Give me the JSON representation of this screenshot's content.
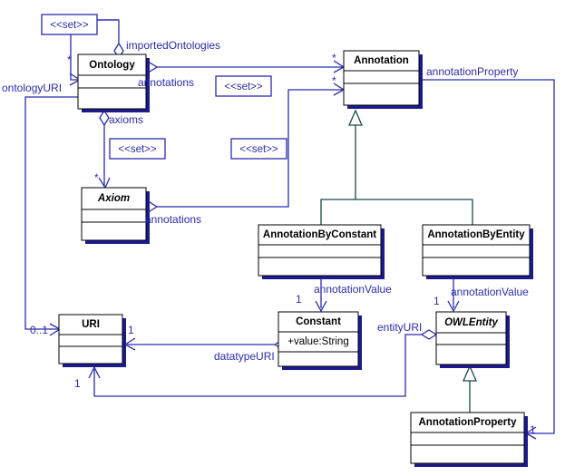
{
  "diagram": {
    "title": "OWL Annotation UML Class Diagram",
    "colors": {
      "line": "#2b2bb0",
      "generalization": "#1a4a46",
      "shadow": "#1b1b8f",
      "box_fill": "#ffffff",
      "box_border": "#000000",
      "label_text": "#2b2bb0",
      "class_text": "#000000"
    }
  },
  "classes": [
    {
      "id": "ontology",
      "name": "Ontology",
      "abstract": false,
      "attributes": []
    },
    {
      "id": "annotation",
      "name": "Annotation",
      "abstract": false,
      "attributes": []
    },
    {
      "id": "axiom",
      "name": "Axiom",
      "abstract": true,
      "attributes": []
    },
    {
      "id": "annotation_by_constant",
      "name": "AnnotationByConstant",
      "abstract": false,
      "attributes": []
    },
    {
      "id": "annotation_by_entity",
      "name": "AnnotationByEntity",
      "abstract": false,
      "attributes": []
    },
    {
      "id": "constant",
      "name": "Constant",
      "abstract": false,
      "attributes": [
        "+value:String"
      ]
    },
    {
      "id": "owl_entity",
      "name": "OWLEntity",
      "abstract": true,
      "attributes": []
    },
    {
      "id": "uri",
      "name": "URI",
      "abstract": false,
      "attributes": []
    },
    {
      "id": "annotation_property",
      "name": "AnnotationProperty",
      "abstract": false,
      "attributes": []
    }
  ],
  "stereotypes": [
    {
      "id": "set1",
      "label": "<<set>>"
    },
    {
      "id": "set2",
      "label": "<<set>>"
    },
    {
      "id": "set3",
      "label": "<<set>>"
    },
    {
      "id": "set4",
      "label": "<<set>>"
    }
  ],
  "associations": [
    {
      "id": "imported_ontologies",
      "role": "importedOntologies",
      "source": "ontology",
      "target": "ontology",
      "source_multiplicity": "*",
      "target_multiplicity": "",
      "aggregation": true,
      "stereotype": "<<set>>"
    },
    {
      "id": "ontology_annotations",
      "role": "annotations",
      "source": "ontology",
      "target": "annotation",
      "source_multiplicity": "",
      "target_multiplicity": "*",
      "aggregation": true,
      "stereotype": "<<set>>"
    },
    {
      "id": "ontology_axioms",
      "role": "axioms",
      "source": "ontology",
      "target": "axiom",
      "source_multiplicity": "",
      "target_multiplicity": "*",
      "aggregation": true,
      "stereotype": "<<set>>"
    },
    {
      "id": "axiom_annotations",
      "role": "annotations",
      "source": "axiom",
      "target": "annotation",
      "source_multiplicity": "",
      "target_multiplicity": "*",
      "aggregation": true,
      "stereotype": "<<set>>"
    },
    {
      "id": "ontology_uri",
      "role": "ontologyURI",
      "source": "ontology",
      "target": "uri",
      "source_multiplicity": "",
      "target_multiplicity": "0..1",
      "aggregation": true,
      "stereotype": ""
    },
    {
      "id": "annotation_property_link",
      "role": "annotationProperty",
      "source": "annotation",
      "target": "annotation_property",
      "source_multiplicity": "",
      "target_multiplicity": "1",
      "aggregation": true,
      "stereotype": ""
    },
    {
      "id": "abc_annotation_value",
      "role": "annotationValue",
      "source": "annotation_by_constant",
      "target": "constant",
      "source_multiplicity": "1",
      "target_multiplicity": "",
      "aggregation": false,
      "stereotype": ""
    },
    {
      "id": "abe_annotation_value",
      "role": "annotationValue",
      "source": "annotation_by_entity",
      "target": "owl_entity",
      "source_multiplicity": "1",
      "target_multiplicity": "",
      "aggregation": false,
      "stereotype": ""
    },
    {
      "id": "datatype_uri",
      "role": "datatypeURI",
      "source": "constant",
      "target": "uri",
      "source_multiplicity": "",
      "target_multiplicity": "1",
      "aggregation": true,
      "stereotype": ""
    },
    {
      "id": "entity_uri",
      "role": "entityURI",
      "source": "owl_entity",
      "target": "uri",
      "source_multiplicity": "",
      "target_multiplicity": "1",
      "aggregation": true,
      "stereotype": ""
    }
  ],
  "generalizations": [
    {
      "id": "gen_abc",
      "child": "annotation_by_constant",
      "parent": "annotation"
    },
    {
      "id": "gen_abe",
      "child": "annotation_by_entity",
      "parent": "annotation"
    },
    {
      "id": "gen_ap",
      "child": "annotation_property",
      "parent": "owl_entity"
    }
  ],
  "labels": {
    "importedOntologies": "importedOntologies",
    "annotations_ontology": "annotations",
    "annotations_axiom": "annotations",
    "axioms": "axioms",
    "ontologyURI": "ontologyURI",
    "annotationProperty": "annotationProperty",
    "annotationValue_constant": "annotationValue",
    "annotationValue_entity": "annotationValue",
    "datatypeURI": "datatypeURI",
    "entityURI": "entityURI",
    "set1": "<<set>>",
    "set2": "<<set>>",
    "set3": "<<set>>",
    "set4": "<<set>>",
    "mult_star_ontology": "*",
    "mult_star_annotation_1": "*",
    "mult_star_annotation_2": "*",
    "mult_star_axiom": "*",
    "mult_0_1_uri": "0..1",
    "mult_1_uri_right": "1",
    "mult_1_uri_bottom": "1",
    "mult_1_abc": "1",
    "mult_1_abe": "1",
    "mult_1_ap": "1"
  }
}
